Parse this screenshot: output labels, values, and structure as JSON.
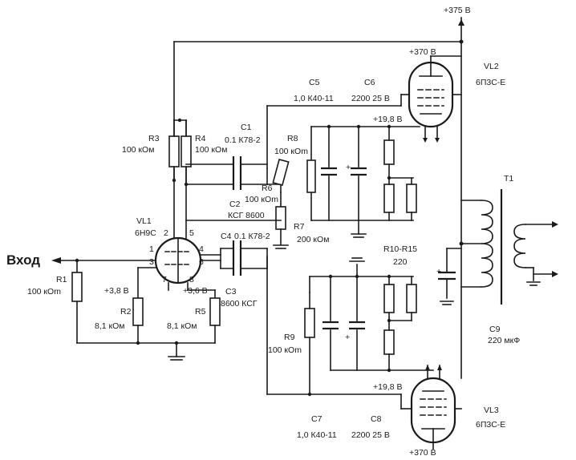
{
  "labels": {
    "input": "Вход",
    "supply_375": "+375 В",
    "vl2_plate": "+370 В",
    "vl2_name": "VL2",
    "vl2_type": "6П3С-Е",
    "vl3_name": "VL3",
    "vl3_type": "6П3С-Е",
    "vl3_plate": "+370 В",
    "vl1_name": "VL1",
    "vl1_type": "6Н9С",
    "c5_name": "C5",
    "c5_val": "1,0 К40-11",
    "c6_name": "C6",
    "c6_val": "2200 25 В",
    "c7_name": "C7",
    "c7_val": "1,0 К40-11",
    "c8_name": "C8",
    "c8_val": "2200 25 В",
    "cathode_top": "+19,8 В",
    "cathode_bot": "+19,8 В",
    "r3_name": "R3",
    "r3_val": "100 кОм",
    "r4_name": "R4",
    "r4_val": "100 кОм",
    "c1_name": "C1",
    "c1_val": "0.1 К78-2",
    "r8_name": "R8",
    "r8_val": "100 кОm",
    "r6_name": "R6",
    "r6_val": "100 кОm",
    "c2_name": "C2",
    "c2_val": "КСГ 8600",
    "r7_name": "R7",
    "r7_val": "200 кОм",
    "c4_name": "C4",
    "c4_val": "0.1 К78-2",
    "r10_name": "R10-R15",
    "r10_val": "220",
    "r1_name": "R1",
    "r1_val": "100 кОm",
    "r2_name": "R2",
    "r2_val": "8,1 кОм",
    "r5_name": "R5",
    "r5_val": "8,1 кОм",
    "c3_name": "C3",
    "c3_val": "8600 КСГ",
    "v_k1": "+3,8 В",
    "v_k2": "+3,6 В",
    "r9_name": "R9",
    "r9_val": "100 кОm",
    "t1_name": "T1",
    "c9_name": "C9",
    "c9_val": "220 мкФ",
    "pin2": "2",
    "pin5": "5",
    "pin1": "1",
    "pin4": "4",
    "pin3": "3",
    "pin6": "6",
    "pin7": "7",
    "pin8": "8"
  }
}
